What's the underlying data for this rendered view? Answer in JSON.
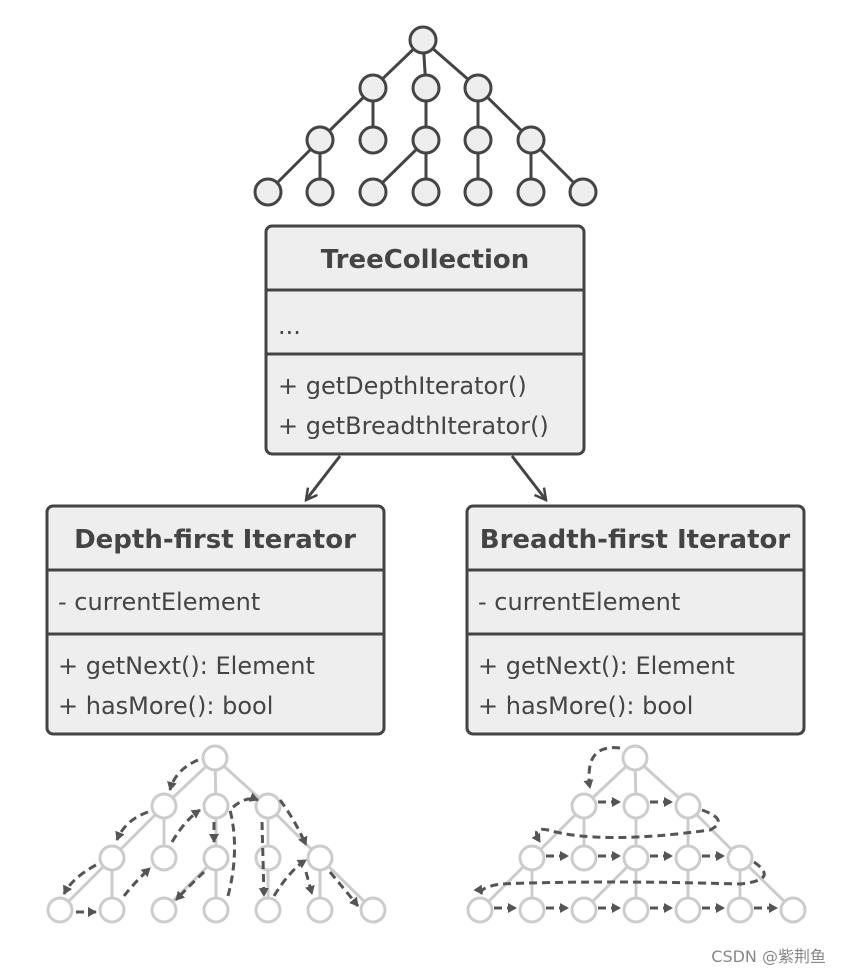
{
  "diagram": {
    "tree_collection": {
      "title": "TreeCollection",
      "fields": "...",
      "methods": [
        "+ getDepthIterator()",
        "+ getBreadthIterator()"
      ]
    },
    "depth_iterator": {
      "title": "Depth-first Iterator",
      "fields": "- currentElement",
      "methods": [
        "+ getNext(): Element",
        "+ hasMore(): bool"
      ]
    },
    "breadth_iterator": {
      "title": "Breadth-first Iterator",
      "fields": "- currentElement",
      "methods": [
        "+ getNext(): Element",
        "+ hasMore(): bool"
      ]
    }
  },
  "watermark": "CSDN @紫荆鱼"
}
